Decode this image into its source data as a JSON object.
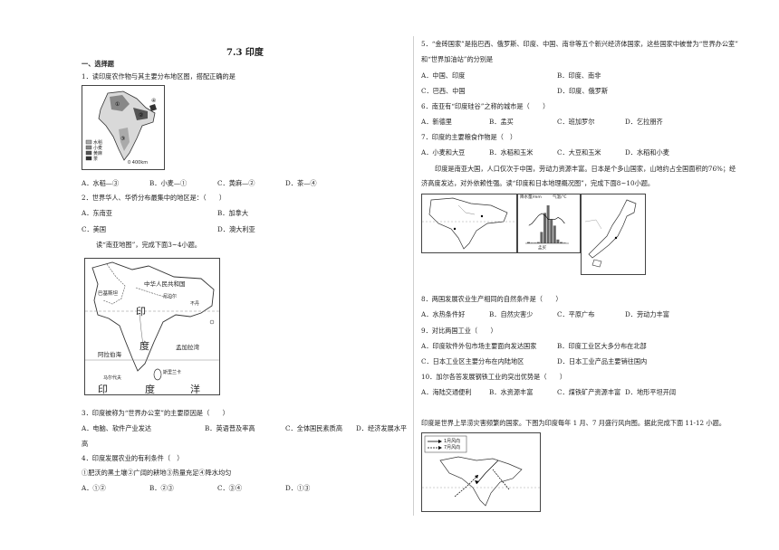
{
  "title": "7.3 印度",
  "section": "一、选择题",
  "q1": {
    "stem": "1．读印度农作物与其主要分布地区图，搭配正确的是",
    "options": [
      "A．水稻—③",
      "B．小麦—①",
      "C．黄麻—②",
      "D．茶—④"
    ],
    "map_legend": [
      "水稻",
      "小麦",
      "黄麻",
      "茶"
    ],
    "map_scale": "0   400km"
  },
  "q2": {
    "stem": "2．世界华人、华侨分布最集中的地区是：（　　）",
    "options": [
      "A．东南亚",
      "B．加拿大",
      "C．美国",
      "D．澳大利亚"
    ]
  },
  "intro_3_4": "读“南亚地图”，完成下面3~4小题。",
  "map_south_asia": {
    "labels": [
      "中华人民共和国",
      "巴基斯坦",
      "尼泊尔",
      "不丹",
      "印",
      "度",
      "孟加拉湾",
      "阿拉伯海",
      "马尔代夫",
      "斯里兰卡",
      "印",
      "度",
      "洋"
    ]
  },
  "q3": {
    "stem": "3．印度被称为“世界办公室”的主要原因是（　　）",
    "options": [
      "A．电脑、软件产业发达",
      "B．英语普及率高",
      "C．全体国民素质高",
      "D．经济发展水平"
    ],
    "wrap": "高"
  },
  "q4": {
    "stem": "4．印度发展农业的有利条件（　）",
    "conditions": "①肥沃的黑土壤②广阔的耕地③热量充足④降水均匀",
    "options": [
      "A．①②",
      "B．②③",
      "C．③④",
      "D．①③"
    ]
  },
  "q5": {
    "stem": "5．“金砖国家”是指巴西、俄罗斯、印度、中国、南非等五个新兴经济体国家，这些国家中被誉为“世界办公室”",
    "stem2": "和“世界加油站”的分别是",
    "options": [
      "A．中国、印度",
      "B．印度、南非",
      "C．巴西、中国",
      "D．印度、俄罗斯"
    ]
  },
  "q6": {
    "stem": "6．南亚有“印度硅谷”之称的城市是（　　）",
    "options": [
      "A．新德里",
      "B．孟买",
      "C．班加罗尔",
      "D．乞拉朋齐"
    ]
  },
  "q7": {
    "stem": "7．印度的主要粮食作物是（　）",
    "options": [
      "A．小麦和大豆",
      "B．水稻和玉米",
      "C．大豆和玉米",
      "D．水稻和小麦"
    ]
  },
  "intro_8_10": "印度是南亚大国，人口仅次于中国，劳动力资源丰富。日本是个多山国家，山地约占全国面积的76%；经",
  "intro_8_10b": "济高度发达，对外依赖性强。读“印度和日本地理概况图”，完成下面8~10小题。",
  "climate_chart": {
    "title": "降水量/mm",
    "title2": "气温/℃",
    "city_label": "孟买"
  },
  "q8": {
    "stem": "8．两国发展农业生产相同的自然条件是（　　）",
    "options": [
      "A．水热条件好",
      "B．自然灾害少",
      "C．平原广布",
      "D．劳动力丰富"
    ]
  },
  "q9": {
    "stem": "9．对比两国工业（　　）",
    "options": [
      "A．印度软件外包市场主要面向发达国家",
      "B．印度工业区大多分布在北部",
      "C．日本工业区主要分布在内陆地区",
      "D．日本工业产品主要销往国内"
    ]
  },
  "q10": {
    "stem": "10．加尔各答发展钢铁工业的突出优势是（　　）",
    "options": [
      "A．海陆交通便利",
      "B．水资源丰富",
      "C．煤铁矿产资源丰富",
      "D．地形平坦开阔"
    ]
  },
  "intro_11_12": "印度是世界上旱涝灾害频繁的国家。下图为印度每年 1 月、7 月盛行风向图。据此完成下面 11-12 小题。",
  "wind_map": {
    "legend": [
      "1月风向",
      "7月风向"
    ]
  }
}
